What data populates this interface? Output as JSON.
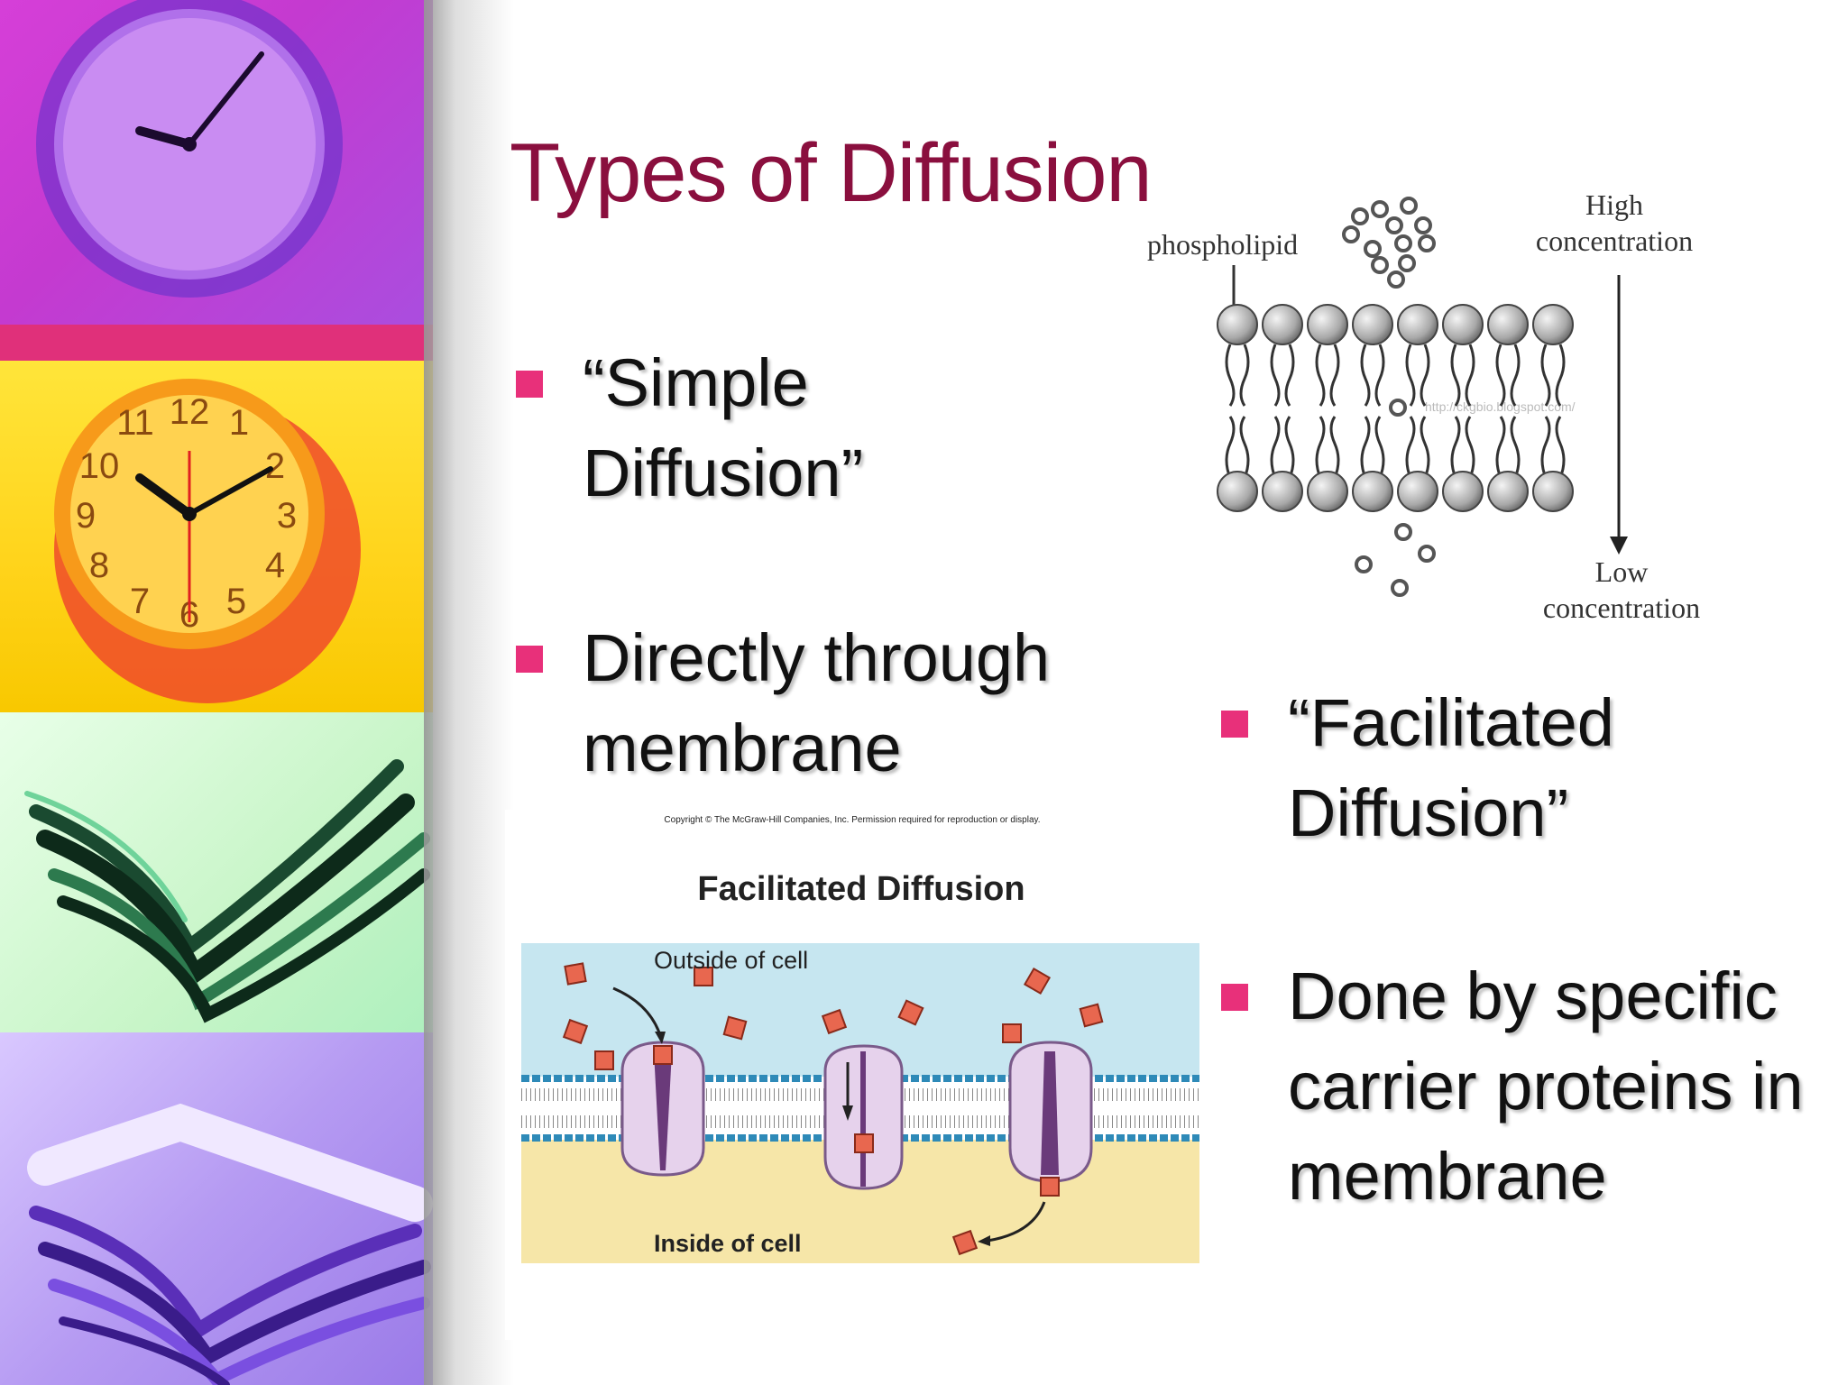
{
  "title": "Types of Diffusion",
  "bullets_left": [
    {
      "text": "“Simple Diffusion”"
    },
    {
      "text": "Directly through membrane"
    }
  ],
  "bullets_right": [
    {
      "text": "“Facilitated Diffusion”"
    },
    {
      "text": "Done by specific carrier proteins in membrane"
    }
  ],
  "simple_diagram": {
    "phospholipid_label": "phospholipid",
    "high_label_1": "High",
    "high_label_2": "concentration",
    "low_label_1": "Low",
    "low_label_2": "concentration",
    "watermark": "http://ckgbio.blogspot.com/"
  },
  "facilitated_diagram": {
    "copyright": "Copyright © The McGraw-Hill Companies, Inc. Permission required for reproduction or display.",
    "title": "Facilitated Diffusion",
    "outside_label": "Outside of cell",
    "inside_label": "Inside of cell"
  },
  "colors": {
    "title": "#8a0f3e",
    "bullet_marker": "#e8307a",
    "outside_cell": "#c6e6f0",
    "inside_cell": "#f6e6a8",
    "solute": "#e8674f"
  },
  "strip_images": [
    "clock-purple",
    "clock-orange",
    "books-green",
    "books-purple"
  ]
}
